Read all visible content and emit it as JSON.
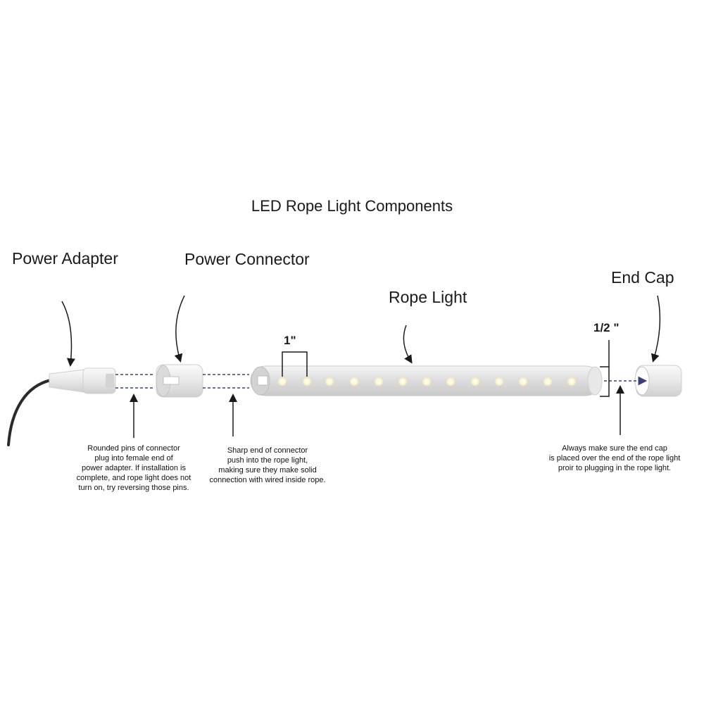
{
  "title": "LED Rope Light Components",
  "labels": {
    "power_adapter": "Power Adapter",
    "power_connector": "Power Connector",
    "rope_light": "Rope Light",
    "end_cap": "End Cap",
    "led_spacing": "1\"",
    "diameter": "1/2 \""
  },
  "notes": {
    "adapter_pins": "Rounded pins of connector\nplug into female end of\npower adapter. If installation is\ncomplete, and rope light does not\nturn on, try reversing those pins.",
    "connector_end": "Sharp end of connector\npush into the rope light,\nmaking sure they make solid\nconnection with wired inside rope.",
    "end_cap": "Always make sure the end cap\nis placed over the end of the rope light\nproir to plugging in the rope light."
  },
  "colors": {
    "led": "#fff6d6",
    "tube": "#e2e2e2",
    "dashed_arrow": "#3c3f7a",
    "ink": "#1a1a1a"
  }
}
